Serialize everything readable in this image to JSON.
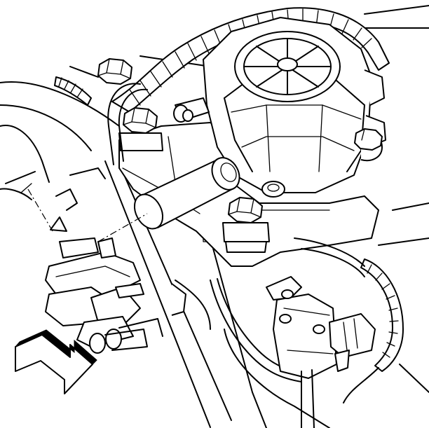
{
  "diagram": {
    "line_color": "#000000",
    "background_color": "#ffffff",
    "components": [
      {
        "id": "vacuum-canister",
        "icon": "round-cap-with-spokes"
      },
      {
        "id": "sensor-cylinder",
        "icon": "cylinder"
      },
      {
        "id": "wiring-harness",
        "icon": "corrugated-tube"
      },
      {
        "id": "mounting-bolts",
        "icon": "hex-bolt",
        "count": 4
      },
      {
        "id": "electrical-connector",
        "icon": "plug"
      },
      {
        "id": "vacuum-hoses",
        "icon": "tube"
      }
    ],
    "direction_arrow": {
      "icon": "front-of-vehicle-arrow",
      "pointing": "down-right"
    }
  }
}
